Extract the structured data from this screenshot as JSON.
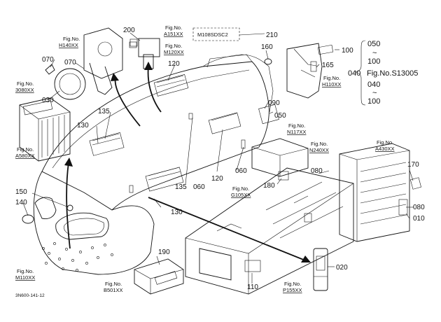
{
  "diagram": {
    "code_box": "M108SDSC2",
    "footer_code": "3N600-141-12",
    "part_numbers": {
      "p200": "200",
      "p210": "210",
      "p160": "160",
      "p100": "100",
      "p165": "165",
      "p070a": "070",
      "p070b": "070",
      "p030": "030",
      "p120a": "120",
      "p120b": "120",
      "p135a": "135",
      "p135b": "135",
      "p130a": "130",
      "p130b": "130",
      "p090": "090",
      "p050": "050",
      "p060a": "060",
      "p060b": "060",
      "p080a": "080",
      "p080b": "080",
      "p010": "010",
      "p170": "170",
      "p180": "180",
      "p150": "150",
      "p140": "140",
      "p190": "190",
      "p110": "110",
      "p020": "020"
    },
    "fig_refs": {
      "h140": [
        "Fig.No.",
        "H140XX"
      ],
      "a151": [
        "Fig.No.",
        "A151XX"
      ],
      "m120": [
        "Fig.No.",
        "M120XX"
      ],
      "h110": [
        "Fig.No.",
        "H110XX"
      ],
      "f3080": [
        "Fig.No.",
        "3080XX"
      ],
      "a580": [
        "Fig.No.",
        "A580XX"
      ],
      "n117": [
        "Fig.No.",
        "N117XX"
      ],
      "n240": [
        "Fig.No.",
        "N240XX"
      ],
      "a430": [
        "Fig.No.",
        "A430XX"
      ],
      "g105": [
        "Fig.No.",
        "G105XX"
      ],
      "m110": [
        "Fig.No.",
        "M110XX"
      ],
      "b501": [
        "Fig.No.",
        "B501XX"
      ],
      "p155": [
        "Fig.No.",
        "P155XX"
      ]
    },
    "bracket_group": {
      "top1": "050",
      "tilde1": "~",
      "mid1": "100",
      "left": "040",
      "right": "Fig.No.S13005",
      "mid2": "040",
      "tilde2": "~",
      "bottom": "100"
    }
  }
}
